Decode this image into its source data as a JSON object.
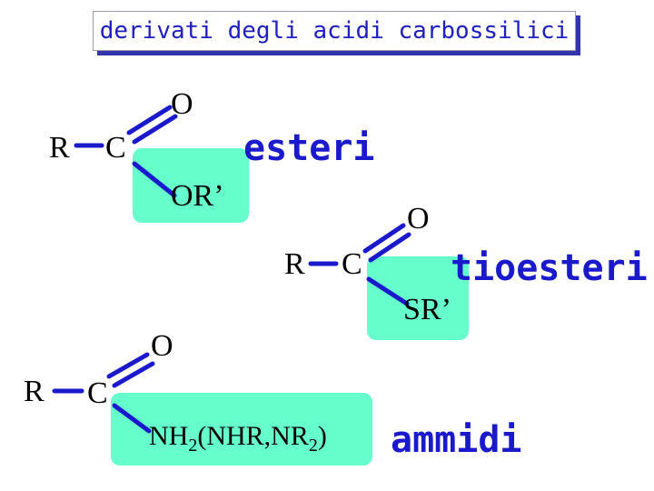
{
  "title": "derivati degli acidi carbossilici",
  "esteri": {
    "r": "R",
    "c": "C",
    "o": "O",
    "sub": "OR’",
    "name": "esteri"
  },
  "tioesteri": {
    "r": "R",
    "c": "C",
    "o": "O",
    "sub": "SR’",
    "name": "tioesteri"
  },
  "ammidi": {
    "r": "R",
    "c": "C",
    "o": "O",
    "sub_main": "NH",
    "sub_2a": "2",
    "sub_mid": "(NHR,NR",
    "sub_2b": "2",
    "sub_end": ")",
    "name": "ammidi"
  },
  "colors": {
    "bond": "#1a1acc",
    "highlight": "#66ffcc",
    "title_text": "#2020c0",
    "name_text": "#1a1acc"
  }
}
